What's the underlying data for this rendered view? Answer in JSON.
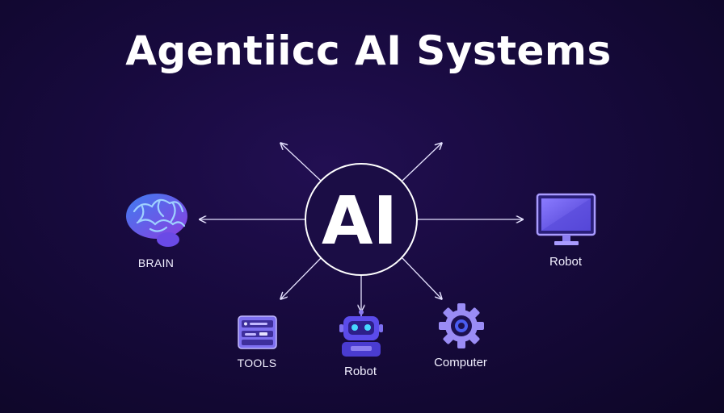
{
  "title": "Agentiicc AI Systems",
  "center": {
    "label": "AI"
  },
  "nodes": {
    "brain": {
      "label": "BRAIN",
      "icon": "brain-icon"
    },
    "tools": {
      "label": "TOOLS",
      "icon": "tools-panel-icon"
    },
    "robot_bottom": {
      "label": "Robot",
      "icon": "robot-icon"
    },
    "computer": {
      "label": "Computer",
      "icon": "gear-icon"
    },
    "robot_right": {
      "label": "Robot",
      "icon": "monitor-icon"
    }
  },
  "colors": {
    "background": "#170a3d",
    "accent": "#5b4bea",
    "line": "#e6e3ff"
  }
}
